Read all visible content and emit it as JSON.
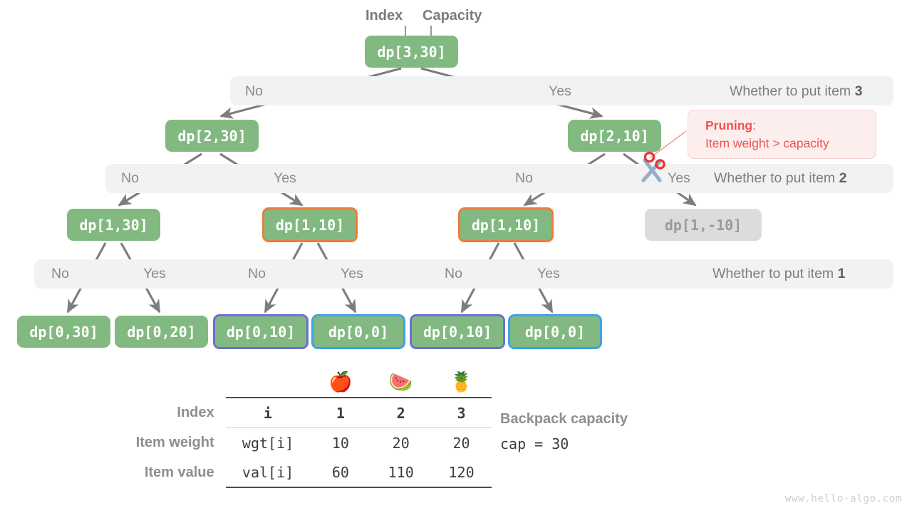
{
  "header": {
    "index_label": "Index",
    "capacity_label": "Capacity"
  },
  "tree": {
    "nodes": [
      {
        "id": "n3_30",
        "label": "dp[3,30]",
        "style": "green"
      },
      {
        "id": "n2_30",
        "label": "dp[2,30]",
        "style": "green"
      },
      {
        "id": "n2_10",
        "label": "dp[2,10]",
        "style": "green"
      },
      {
        "id": "n1_30",
        "label": "dp[1,30]",
        "style": "green"
      },
      {
        "id": "n1_10a",
        "label": "dp[1,10]",
        "style": "orange-ring"
      },
      {
        "id": "n1_10b",
        "label": "dp[1,10]",
        "style": "orange-ring"
      },
      {
        "id": "n1_m10",
        "label": "dp[1,-10]",
        "style": "disabled"
      },
      {
        "id": "n0_30",
        "label": "dp[0,30]",
        "style": "green"
      },
      {
        "id": "n0_20",
        "label": "dp[0,20]",
        "style": "green"
      },
      {
        "id": "n0_10a",
        "label": "dp[0,10]",
        "style": "purple-ring"
      },
      {
        "id": "n0_0a",
        "label": "dp[0,0]",
        "style": "blue-ring"
      },
      {
        "id": "n0_10b",
        "label": "dp[0,10]",
        "style": "purple-ring"
      },
      {
        "id": "n0_0b",
        "label": "dp[0,0]",
        "style": "blue-ring"
      }
    ]
  },
  "levels": [
    {
      "question_prefix": "Whether to put item ",
      "question_item": "3",
      "choices": [
        "No",
        "Yes"
      ]
    },
    {
      "question_prefix": "Whether to put item ",
      "question_item": "2",
      "choices": [
        "No",
        "Yes",
        "No",
        "Yes"
      ]
    },
    {
      "question_prefix": "Whether to put item ",
      "question_item": "1",
      "choices": [
        "No",
        "Yes",
        "No",
        "Yes",
        "No",
        "Yes"
      ]
    }
  ],
  "pruning": {
    "title": "Pruning",
    "title_suffix": ":",
    "reason": "Item weight > capacity",
    "icon": "scissors-icon",
    "color": "#ef5350",
    "background": "#fdeeee"
  },
  "table": {
    "items": [
      {
        "emoji": "🍎",
        "name": "apple-icon"
      },
      {
        "emoji": "🍉",
        "name": "watermelon-icon"
      },
      {
        "emoji": "🍍",
        "name": "pineapple-icon"
      }
    ],
    "rows": [
      {
        "label": "Index",
        "key": "i",
        "values": [
          "1",
          "2",
          "3"
        ],
        "bold": true
      },
      {
        "label": "Item weight",
        "key": "wgt[i]",
        "values": [
          "10",
          "20",
          "20"
        ],
        "bold": false
      },
      {
        "label": "Item value",
        "key": "val[i]",
        "values": [
          "60",
          "110",
          "120"
        ],
        "bold": false
      }
    ]
  },
  "capacity_note": {
    "title": "Backpack capacity",
    "value": "cap = 30"
  },
  "watermark": "www.hello-algo.com",
  "palette": {
    "node_green": "#82b981",
    "node_disabled": "#dcdcdc",
    "bar_gray": "#f2f2f2",
    "edge_gray": "#7d7d7d",
    "ring_orange": "#ed7d3a",
    "ring_purple": "#6d6fd4",
    "ring_blue": "#3aa4e8"
  }
}
